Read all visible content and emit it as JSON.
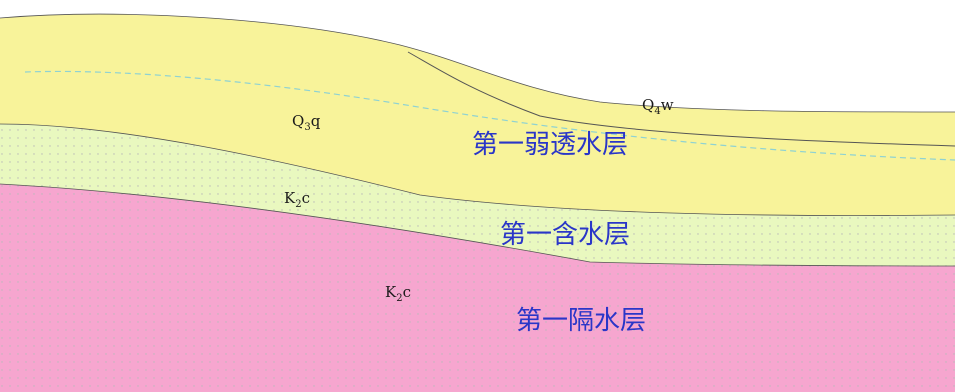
{
  "colors": {
    "weak_permeable_fill": "#f8f39a",
    "aquifer_fill": "#e9f8bf",
    "aquiclude_fill": "#f6a6cf",
    "dot_pattern": "#b8b8b8",
    "boundary_line": "#555555",
    "water_table_line": "#8fd2d2",
    "layer_name_text": "#2a36c8"
  },
  "layers": [
    {
      "id": "weak-permeable",
      "name": "第一弱透水层",
      "units": [
        {
          "code_base": "Q",
          "code_sub": "3",
          "code_suffix": "q"
        },
        {
          "code_base": "Q",
          "code_sub": "4",
          "code_suffix": "w"
        }
      ]
    },
    {
      "id": "aquifer",
      "name": "第一含水层",
      "units": [
        {
          "code_base": "K",
          "code_sub": "2",
          "code_suffix": "c"
        }
      ]
    },
    {
      "id": "aquiclude",
      "name": "第一隔水层",
      "units": [
        {
          "code_base": "K",
          "code_sub": "2",
          "code_suffix": "c"
        }
      ]
    }
  ],
  "lines": {
    "water_table": "dashed",
    "q4w_boundary": "solid"
  }
}
